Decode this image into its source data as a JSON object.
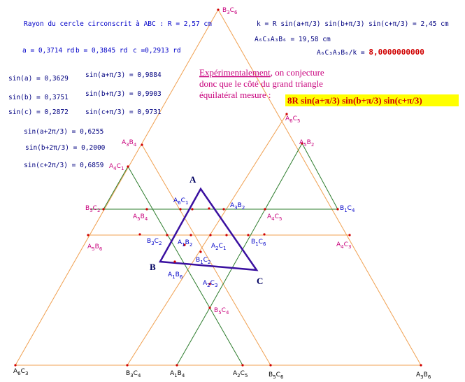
{
  "colors": {
    "orange": "#f0a050",
    "green": "#2e7d2e",
    "purple": "#3a10a0",
    "blue": "#0000c8",
    "magenta": "#c8007c",
    "red": "#d00000",
    "highlight": "#ffff00"
  },
  "measures": {
    "radius": "Rayon du cercle circonscrit à ABC  : R = 2,57 cm",
    "a": "a = 0,3714 rd",
    "b": "b = 0,3845 rd",
    "c": "c =0,2913 rd",
    "sin_a": "sin(a) = 0,3629",
    "sin_b": "sin(b) =  0,3751",
    "sin_c": "sin(c) = 0,2872",
    "sin_a_pi3": "sin(a+π/3) = 0,9884",
    "sin_b_pi3": "sin(b+π/3) = 0,9903",
    "sin_c_pi3": "sin(c+π/3) = 0,9731",
    "sin_a_2pi3": "sin(a+2π/3) = 0,6255",
    "sin_b_2pi3": "sin(b+2π/3) = 0,2000",
    "sin_c_2pi3": "sin(c+2π/3) = 0,6859",
    "k": "k = R sin(a+π/3) sin(b+π/3) sin(c+π/3)  =   2,45 cm",
    "side": "A₆C₃A₃B₆ = 19,58 cm",
    "ratio_label": "A₆C₃A₃B₆/k = ",
    "ratio_value": "8,0000000000"
  },
  "conjecture": {
    "line1_underlined": "Expérimentalement",
    "line1_rest": ", on conjecture",
    "line2": "donc que le côté du grand triangle",
    "line3": "équilatéral mesure :",
    "formula": "8R sin(a+π/3) sin(b+π/3) sin(c+π/3)"
  },
  "triangle_labels": {
    "A": "A",
    "B": "B",
    "C": "C"
  },
  "points": [
    {
      "base": "B",
      "sub1": "3",
      "mid": "C",
      "sub2": "6",
      "color": "magenta"
    },
    {
      "base": "A",
      "sub1": "6",
      "mid": "C",
      "sub2": "5",
      "color": "magenta"
    },
    {
      "base": "A",
      "sub1": "3",
      "mid": "B",
      "sub2": "4",
      "color": "magenta"
    },
    {
      "base": "A",
      "sub1": "5",
      "mid": "B",
      "sub2": "2",
      "color": "magenta"
    },
    {
      "base": "A",
      "sub1": "4",
      "mid": "C",
      "sub2": "1",
      "color": "magenta"
    },
    {
      "base": "B",
      "sub1": "5",
      "mid": "C",
      "sub2": "2",
      "color": "magenta"
    },
    {
      "base": "A",
      "sub1": "6",
      "mid": "C",
      "sub2": "1",
      "color": "blue"
    },
    {
      "base": "A",
      "sub1": "3",
      "mid": "B",
      "sub2": "2",
      "color": "blue"
    },
    {
      "base": "B",
      "sub1": "1",
      "mid": "C",
      "sub2": "4",
      "color": "blue"
    },
    {
      "base": "A",
      "sub1": "5",
      "mid": "B",
      "sub2": "4",
      "color": "magenta"
    },
    {
      "base": "A",
      "sub1": "4",
      "mid": "C",
      "sub2": "5",
      "color": "magenta"
    },
    {
      "base": "A",
      "sub1": "5",
      "mid": "B",
      "sub2": "6",
      "color": "magenta"
    },
    {
      "base": "B",
      "sub1": "3",
      "mid": "C",
      "sub2": "2",
      "color": "blue"
    },
    {
      "base": "A",
      "sub1": "1",
      "mid": "B",
      "sub2": "2",
      "color": "blue"
    },
    {
      "base": "A",
      "sub1": "2",
      "mid": "C",
      "sub2": "1",
      "color": "blue"
    },
    {
      "base": "B",
      "sub1": "1",
      "mid": "C",
      "sub2": "6",
      "color": "blue"
    },
    {
      "base": "A",
      "sub1": "4",
      "mid": "C",
      "sub2": "3",
      "color": "magenta"
    },
    {
      "base": "B",
      "sub1": "1",
      "mid": "C",
      "sub2": "2",
      "color": "blue"
    },
    {
      "base": "A",
      "sub1": "1",
      "mid": "B",
      "sub2": "6",
      "color": "blue"
    },
    {
      "base": "A",
      "sub1": "2",
      "mid": "C",
      "sub2": "3",
      "color": "blue"
    },
    {
      "base": "B",
      "sub1": "5",
      "mid": "C",
      "sub2": "4",
      "color": "magenta"
    },
    {
      "base": "A",
      "sub1": "6",
      "mid": "C",
      "sub2": "3",
      "color": "black"
    },
    {
      "base": "B",
      "sub1": "3",
      "mid": "C",
      "sub2": "4",
      "color": "black"
    },
    {
      "base": "A",
      "sub1": "1",
      "mid": "B",
      "sub2": "4",
      "color": "black"
    },
    {
      "base": "A",
      "sub1": "2",
      "mid": "C",
      "sub2": "5",
      "color": "black"
    },
    {
      "base": "B",
      "sub1": "5",
      "mid": "C",
      "sub2": "6",
      "color": "black"
    },
    {
      "base": "A",
      "sub1": "3",
      "mid": "B",
      "sub2": "6",
      "color": "black"
    }
  ]
}
